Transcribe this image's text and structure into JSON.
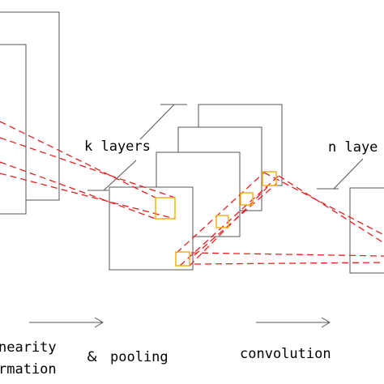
{
  "colors": {
    "line": "#555555",
    "dashed": "#e8201e",
    "highlight": "#f2b01a",
    "text": "#000000"
  },
  "labels": {
    "k_layers": "k layers",
    "n_layers": "n laye",
    "nonlinearity_line1": "nearity",
    "nonlinearity_line2": "rmation",
    "and": "&",
    "pooling": "pooling",
    "convolution": "convolution"
  }
}
